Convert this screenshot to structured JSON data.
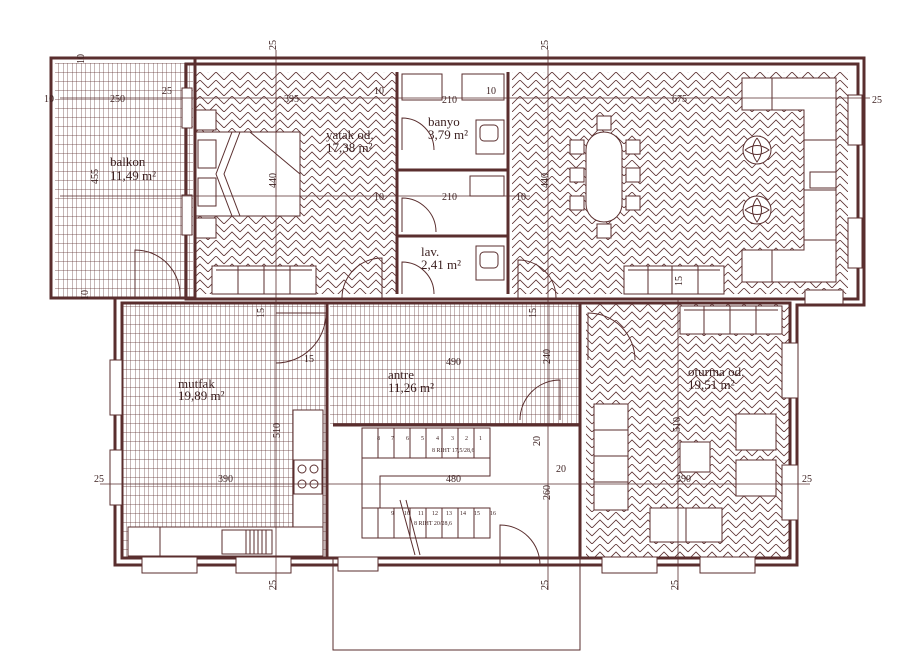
{
  "rooms": {
    "balkon": {
      "name": "balkon",
      "area": "11,49 m²"
    },
    "yatak": {
      "name": "yatak od.",
      "area": "17,38 m²"
    },
    "banyo": {
      "name": "banyo",
      "area": "3,79 m²"
    },
    "lav": {
      "name": "lav.",
      "area": "2,41 m²"
    },
    "mutfak": {
      "name": "mutfak",
      "area": "19,89 m²"
    },
    "antre": {
      "name": "antre",
      "area": "11,26 m²"
    },
    "oturma": {
      "name": "oturma od.",
      "area": "19,51 m²"
    }
  },
  "dims": {
    "d10a": "10",
    "d10b": "10",
    "d10c": "10",
    "d10d": "10",
    "d10e": "10",
    "d10f": "10",
    "d10g": "10",
    "d250": "250",
    "d25a": "25",
    "d395": "395",
    "d210a": "210",
    "d210b": "210",
    "d675": "675",
    "d25b": "25",
    "d455": "455",
    "d440a": "440",
    "d440b": "440",
    "d15a": "15",
    "d15b": "15",
    "d15c": "15",
    "d15d": "15",
    "d490": "490",
    "d240": "240",
    "d510a": "510",
    "d510b": "510",
    "d25c": "25",
    "d390a": "390",
    "d480": "480",
    "d390b": "390",
    "d25d": "25",
    "d20a": "20",
    "d20b": "20",
    "d260": "260",
    "d25top1": "25",
    "d25top2": "25",
    "d25bot1": "25",
    "d25bot2": "25",
    "d25bot3": "25"
  },
  "stairs": {
    "upper_steps": [
      "8",
      "7",
      "6",
      "5",
      "4",
      "3",
      "2",
      "1"
    ],
    "upper_label": "8 RIHT 17,5/28,6",
    "lower_steps": [
      "9",
      "10",
      "11",
      "12",
      "13",
      "14",
      "15",
      "16"
    ],
    "lower_label": "8 RIHT 20/28,6"
  },
  "colors": {
    "line": "#5a2e2e",
    "background": "#ffffff"
  }
}
